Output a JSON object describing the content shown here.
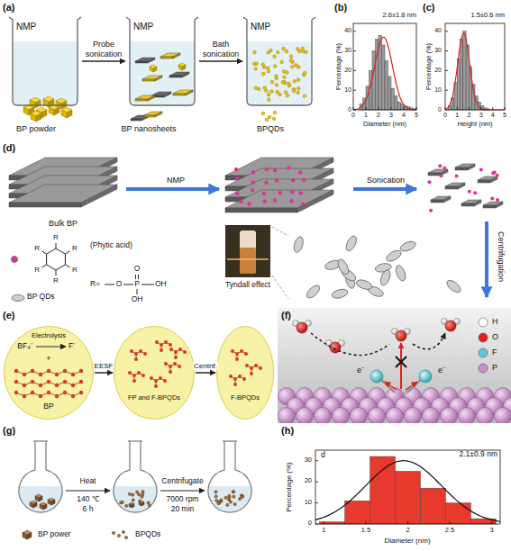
{
  "diagram": {
    "nodes": [
      {
        "text": [
          "NMP"
        ]
      },
      {
        "text": [
          "NMP"
        ]
      },
      {
        "text": [
          "NMP"
        ]
      },
      {
        "text": [
          "BF₄⁻",
          "Electrolysis",
          "F⁻",
          "+",
          "BP"
        ]
      },
      {
        "text": [
          "FP and F-BPQDs"
        ]
      },
      {
        "text": [
          "F-BPQDs"
        ]
      }
    ],
    "edges": [
      {
        "from": 0,
        "to": 1,
        "arrow": "to",
        "label": "Probe sonication"
      },
      {
        "from": 1,
        "to": 2,
        "arrow": "to",
        "label": "Bath sonication"
      },
      {
        "from": 3,
        "to": 4,
        "arrow": "to",
        "label": "EESF"
      },
      {
        "from": 4,
        "to": 5,
        "arrow": "to",
        "label": "Centrif."
      }
    ],
    "labels": [
      "(a)",
      "(b)",
      "2.6±1.8 nm",
      "Percentage (%)",
      "0",
      "1",
      "2",
      "3",
      "4",
      "5",
      "Diameter (nm)",
      "0",
      "10",
      "20",
      "30",
      "40",
      "(c)",
      "1.5±0.6 nm",
      "Percentage (%)",
      "0",
      "1",
      "2",
      "3",
      "4",
      "5",
      "Height (nm)",
      "0",
      "10",
      "20",
      "30",
      "40",
      "(d)",
      "Bulk BP",
      "NMP",
      "Sonication",
      "Centrifugation",
      "R",
      "R",
      "R",
      "R",
      "R",
      "R",
      "R=",
      "O",
      "P",
      "O",
      "OH",
      "OH",
      "Tyndall effect",
      "(e)",
      "(f)",
      "e⁻",
      "e⁻",
      "(g)",
      "Heat",
      "140 ℃",
      "6 h",
      "Centrifugate",
      "7000 rpm",
      "20 min",
      "(h)",
      "d",
      "2.1±0.9 nm",
      "Percentage (%)",
      "1",
      "1.5",
      "2",
      "2.5",
      "3",
      "Diameter (nm)",
      "0",
      "10",
      "20",
      "30"
    ],
    "legend": [
      {
        "text": "BP powder"
      },
      {
        "text": "BP nanosheets"
      },
      {
        "text": "BPQDs"
      },
      {
        "text": "(Phytic acid)",
        "color": "#e0309a"
      },
      {
        "text": "BP QDs"
      },
      {
        "text": "H",
        "color": "#ffffff"
      },
      {
        "text": "O",
        "color": "#e0201c"
      },
      {
        "text": "F",
        "color": "#5bc8d6"
      },
      {
        "text": "P",
        "color": "#c98fc9"
      },
      {
        "text": "BP power"
      },
      {
        "text": "BPQDs"
      }
    ]
  }
}
